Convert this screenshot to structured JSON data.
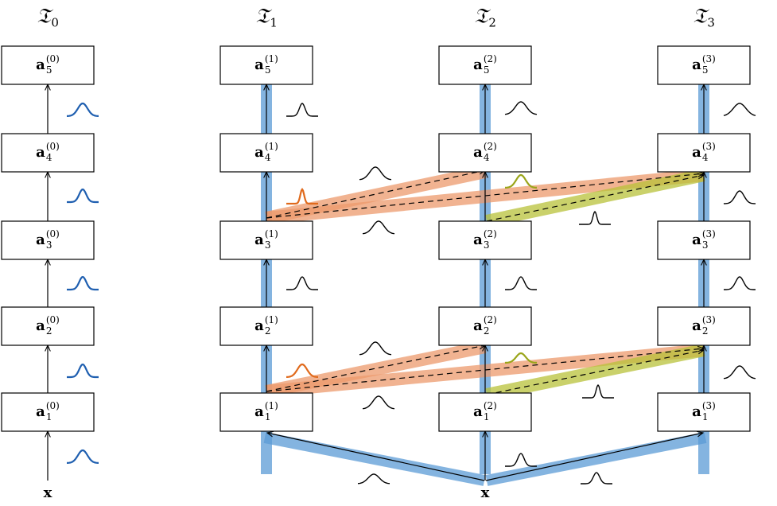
{
  "columns": [
    {
      "id": "t0",
      "title_base": "𝔗",
      "title_sub": "0",
      "boxes": [
        {
          "base": "a",
          "sup": "(0)",
          "sub": "5"
        },
        {
          "base": "a",
          "sup": "(0)",
          "sub": "4"
        },
        {
          "base": "a",
          "sup": "(0)",
          "sub": "3"
        },
        {
          "base": "a",
          "sup": "(0)",
          "sub": "2"
        },
        {
          "base": "a",
          "sup": "(0)",
          "sub": "1"
        }
      ]
    },
    {
      "id": "t1",
      "title_base": "𝔗",
      "title_sub": "1",
      "boxes": [
        {
          "base": "a",
          "sup": "(1)",
          "sub": "5"
        },
        {
          "base": "a",
          "sup": "(1)",
          "sub": "4"
        },
        {
          "base": "a",
          "sup": "(1)",
          "sub": "3"
        },
        {
          "base": "a",
          "sup": "(1)",
          "sub": "2"
        },
        {
          "base": "a",
          "sup": "(1)",
          "sub": "1"
        }
      ]
    },
    {
      "id": "t2",
      "title_base": "𝔗",
      "title_sub": "2",
      "boxes": [
        {
          "base": "a",
          "sup": "(2)",
          "sub": "5"
        },
        {
          "base": "a",
          "sup": "(2)",
          "sub": "4"
        },
        {
          "base": "a",
          "sup": "(2)",
          "sub": "3"
        },
        {
          "base": "a",
          "sup": "(2)",
          "sub": "2"
        },
        {
          "base": "a",
          "sup": "(2)",
          "sub": "1"
        }
      ]
    },
    {
      "id": "t3",
      "title_base": "𝔗",
      "title_sub": "3",
      "boxes": [
        {
          "base": "a",
          "sup": "(3)",
          "sub": "5"
        },
        {
          "base": "a",
          "sup": "(3)",
          "sub": "4"
        },
        {
          "base": "a",
          "sup": "(3)",
          "sub": "3"
        },
        {
          "base": "a",
          "sup": "(3)",
          "sub": "2"
        },
        {
          "base": "a",
          "sup": "(3)",
          "sub": "1"
        }
      ]
    }
  ],
  "inputs": [
    {
      "label": "x"
    },
    {
      "label": "x"
    }
  ],
  "colors": {
    "blue_band": "#5b9bd5",
    "blue_curve": "#1f5fb0",
    "orange_band": "#ec9a6c",
    "orange_curve": "#e06a1c",
    "green_band": "#b8c23a",
    "green_curve": "#9aa51a",
    "line": "#000000"
  }
}
